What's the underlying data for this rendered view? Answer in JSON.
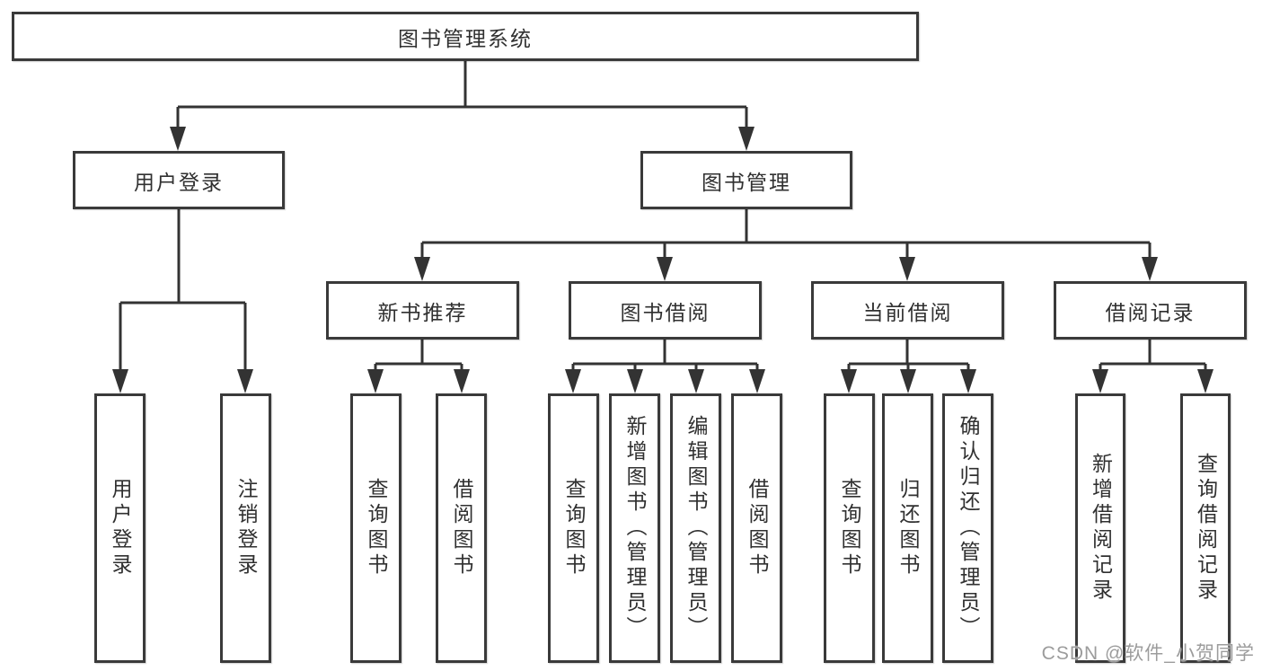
{
  "diagram": {
    "root": {
      "label": "图书管理系统",
      "children": [
        {
          "label": "用户登录",
          "children": [
            {
              "label": "用户登录"
            },
            {
              "label": "注销登录"
            }
          ]
        },
        {
          "label": "图书管理",
          "children": [
            {
              "label": "新书推荐",
              "children": [
                {
                  "label": "查询图书"
                },
                {
                  "label": "借阅图书"
                }
              ]
            },
            {
              "label": "图书借阅",
              "children": [
                {
                  "label": "查询图书"
                },
                {
                  "label": "新增图书（管理员）"
                },
                {
                  "label": "编辑图书（管理员）"
                },
                {
                  "label": "借阅图书"
                }
              ]
            },
            {
              "label": "当前借阅",
              "children": [
                {
                  "label": "查询图书"
                },
                {
                  "label": "归还图书"
                },
                {
                  "label": "确认归还（管理员）"
                }
              ]
            },
            {
              "label": "借阅记录",
              "children": [
                {
                  "label": "新增借阅记录"
                },
                {
                  "label": "查询借阅记录"
                }
              ]
            }
          ]
        }
      ]
    }
  },
  "watermark": {
    "text": "CSDN @软件_小贺同学"
  },
  "colors": {
    "line": "#333333",
    "box_border": "#3a3a3a",
    "text": "#303030",
    "watermark": "#9c9c9c",
    "background": "#ffffff"
  }
}
